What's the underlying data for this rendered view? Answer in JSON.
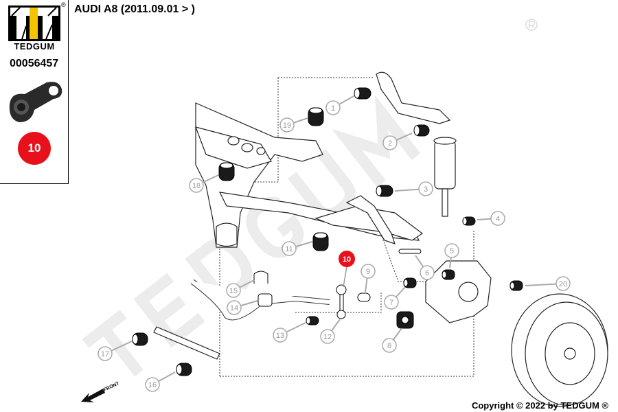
{
  "brand": {
    "name": "TEDGUM",
    "registered": "®",
    "part_number": "00056457",
    "badge_number": "10",
    "logo_colors": {
      "accent": "#f5c400",
      "dark": "#000000"
    }
  },
  "header": {
    "title": "AUDI A8 (2011.09.01 > )"
  },
  "diagram": {
    "highlight_color": "#e8101a",
    "highlighted": "10",
    "callouts": [
      "1",
      "2",
      "3",
      "4",
      "5",
      "6",
      "7",
      "8",
      "9",
      "11",
      "12",
      "13",
      "14",
      "15",
      "16",
      "17",
      "18",
      "19",
      "20"
    ],
    "front_label": "FRONT",
    "watermark": "TEDGUM"
  },
  "footer": {
    "copyright": "Copyright © 2022 by TEDGUM ®"
  }
}
